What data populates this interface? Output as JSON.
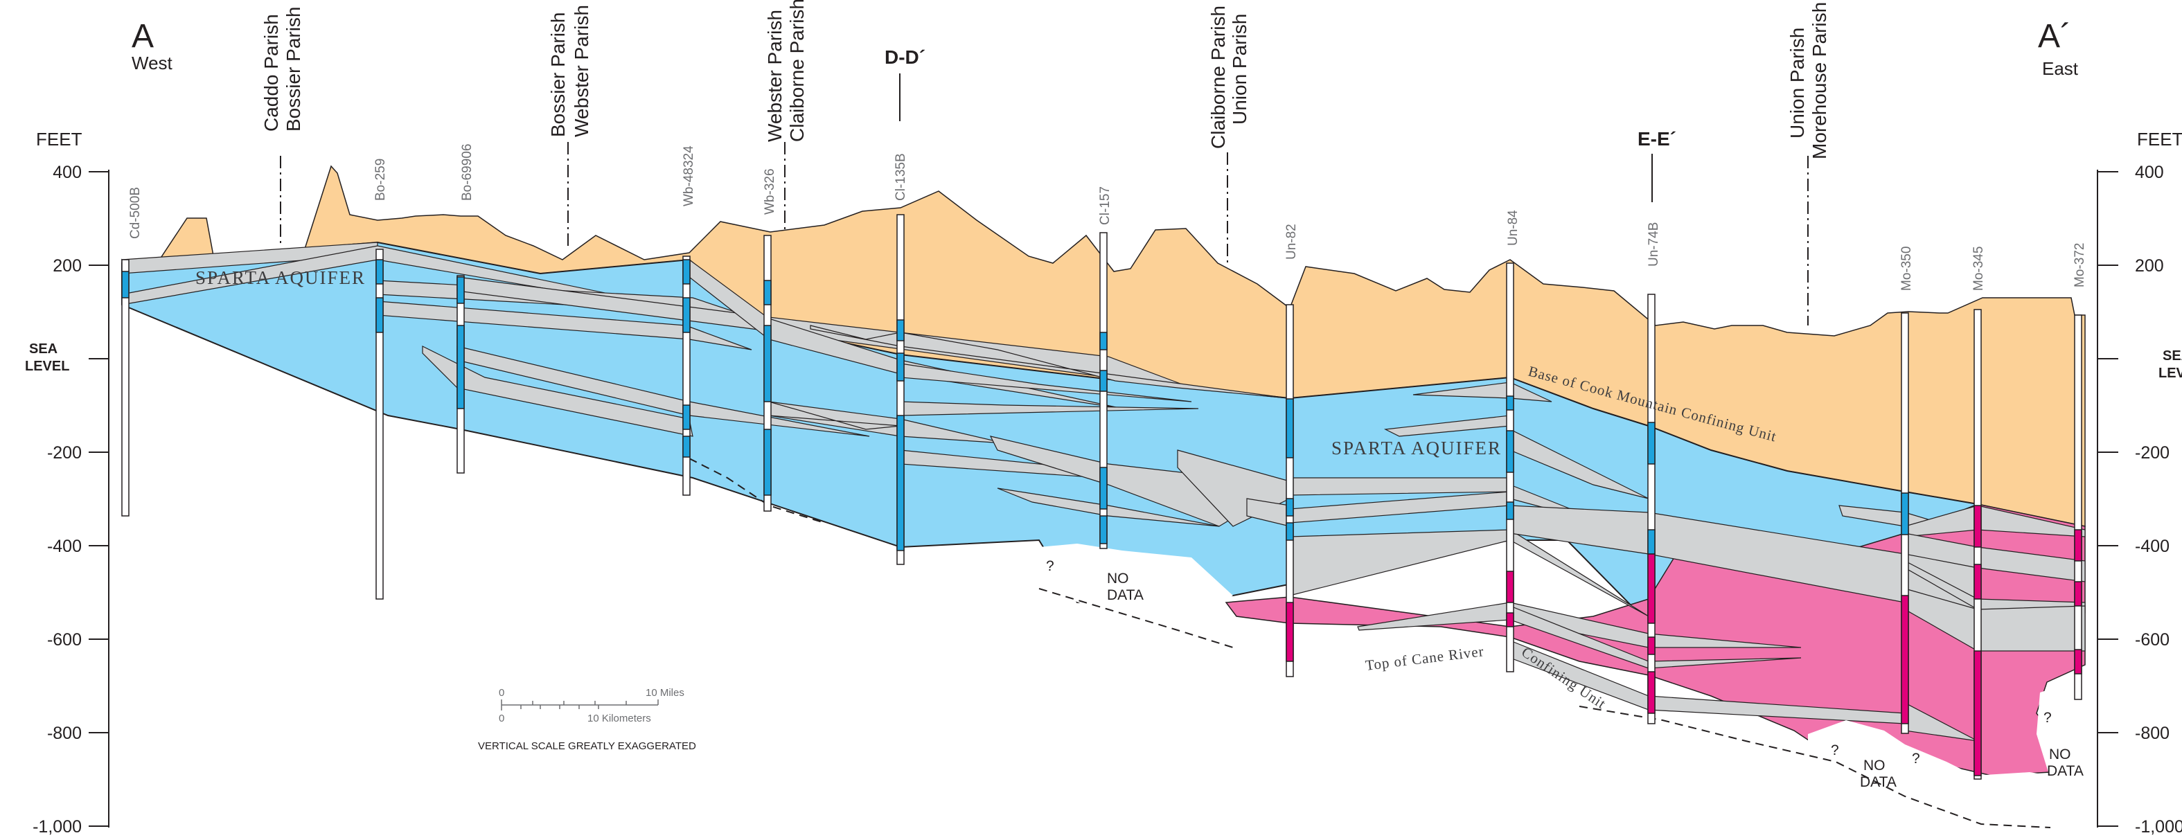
{
  "section": {
    "west_letter": "A",
    "west_label": "West",
    "east_letter": "A´",
    "east_label": "East"
  },
  "axis": {
    "unit": "FEET",
    "ticks": [
      "400",
      "200",
      "SEA LEVEL",
      "-200",
      "-400",
      "-600",
      "-800",
      "-1,000"
    ],
    "sea_level_line1": "SEA",
    "sea_level_line2": "LEVEL"
  },
  "parish_lines": [
    {
      "left": "Caddo Parish",
      "right": "Bossier Parish"
    },
    {
      "left": "Bossier Parish",
      "right": "Webster Parish"
    },
    {
      "left": "Webster Parish",
      "right": "Claiborne Parish"
    },
    {
      "left": "Claiborne Parish",
      "right": "Union Parish"
    },
    {
      "left": "Union Parish",
      "right": "Morehouse Parish"
    }
  ],
  "cross_sections": [
    "D-D´",
    "E-E´"
  ],
  "wells": [
    "Cd-500B",
    "Bo-259",
    "Bo-69906",
    "Wb-48324",
    "Wb-326",
    "Cl-135B",
    "Cl-157",
    "Un-82",
    "Un-84",
    "Un-74B",
    "Mo-350",
    "Mo-345",
    "Mo-372"
  ],
  "unit_labels": {
    "sparta_west": "SPARTA AQUIFER",
    "sparta_east": "SPARTA AQUIFER",
    "cook_mountain": "Base of Cook Mountain Confining Unit",
    "cane_river_1": "Top of Cane River",
    "cane_river_2": "Confining Unit"
  },
  "no_data": {
    "line1": "NO",
    "line2": "DATA",
    "question": "?"
  },
  "scale": {
    "miles_zero": "0",
    "miles_label": "10 Miles",
    "km_zero": "0",
    "km_label": "10 Kilometers",
    "note": "VERTICAL SCALE GREATLY EXAGGERATED"
  },
  "colors": {
    "confining_unit": "#fcd197",
    "sparta_sand": "#8dd7f7",
    "clay_lens": "#d1d3d4",
    "cane_river": "#f173ac",
    "screen_blue": "#1fa3dc",
    "screen_magenta": "#e0007a"
  }
}
